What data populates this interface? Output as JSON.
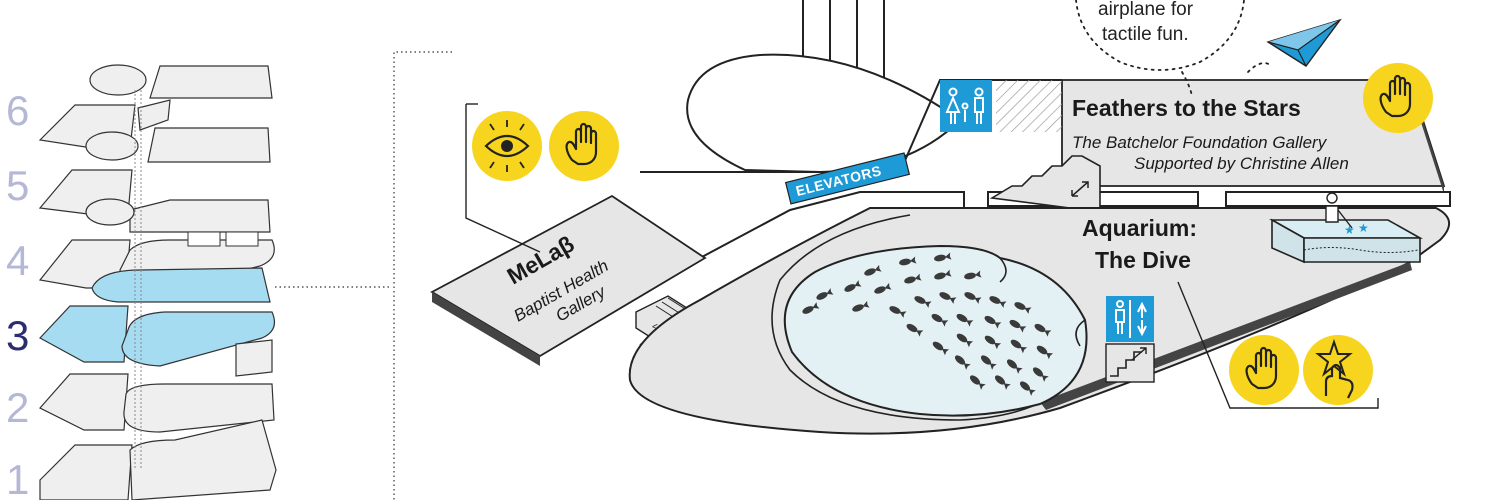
{
  "floor_selector": {
    "floors": [
      {
        "label": "6",
        "active": false
      },
      {
        "label": "5",
        "active": false
      },
      {
        "label": "4",
        "active": false
      },
      {
        "label": "3",
        "active": true
      },
      {
        "label": "2",
        "active": false
      },
      {
        "label": "1",
        "active": false
      }
    ],
    "active_color": "#2b2d6e",
    "inactive_color": "#b4b8d6",
    "highlight_fill": "#a6dcf2"
  },
  "callout": {
    "line1": "airplane for",
    "line2": "tactile fun."
  },
  "galleries": {
    "feathers": {
      "title": "Feathers to the Stars",
      "sub1": "The Batchelor Foundation Gallery",
      "sub2": "Supported by Christine Allen"
    },
    "aquarium": {
      "title1": "Aquarium:",
      "title2": "The Dive"
    },
    "melab": {
      "title": "MeLaβ",
      "sub1": "Baptist Health",
      "sub2": "Gallery"
    }
  },
  "labels": {
    "elevators": "ELEVATORS"
  },
  "colors": {
    "badge_yellow": "#f7d51e",
    "amenity_blue": "#1e9ad6",
    "floor_gray": "#e6e6e6",
    "water": "#e3f1f4",
    "ink": "#222222"
  },
  "icons": {
    "sensory": [
      "eye-icon",
      "hand-touch-icon",
      "hand-touch-icon",
      "hand-touch-icon",
      "starfish-touch-icon"
    ],
    "amenities": [
      "family-restroom-icon",
      "restroom-icon",
      "elevator-icon",
      "stairs-icon",
      "paper-airplane-icon"
    ]
  }
}
